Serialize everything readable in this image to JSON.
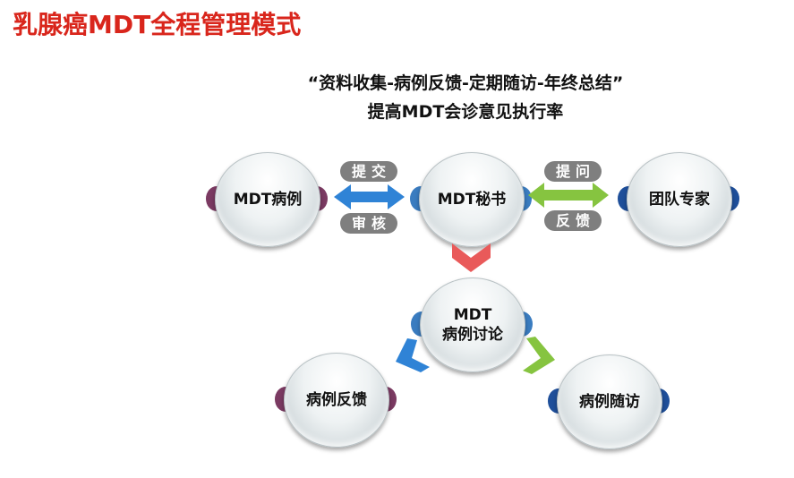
{
  "title": "乳腺癌MDT全程管理模式",
  "subtitle": {
    "line1": "“资料收集-病例反馈-定期随访-年终总结”",
    "line2": "提高MDT会诊意见执行率"
  },
  "nodes": {
    "case": "MDT病例",
    "secretary": "MDT秘书",
    "experts": "团队专家",
    "discussion_l1": "MDT",
    "discussion_l2": "病例讨论",
    "feedback": "病例反馈",
    "followup": "病例随访"
  },
  "labels": {
    "submit": "提交",
    "review": "审核",
    "ask": "提问",
    "reply": "反馈"
  },
  "colors": {
    "title": "#d9261c",
    "purple": "#7b3a62",
    "blue": "#3a7cc0",
    "darkblue": "#1f4f9a",
    "green": "#86c440",
    "red": "#e95a5a",
    "arrowblue": "#2f83d6"
  }
}
